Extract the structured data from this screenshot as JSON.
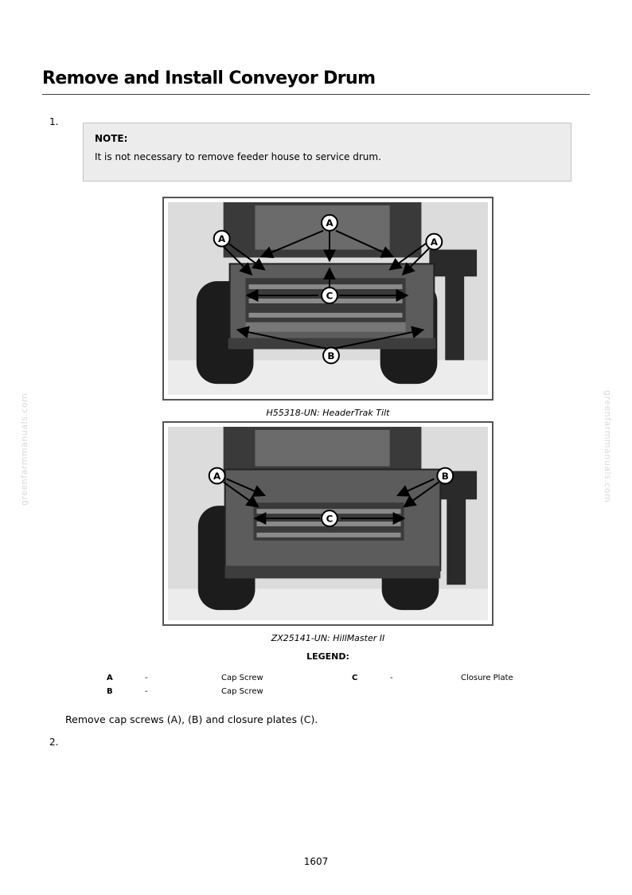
{
  "title": "Remove and Install Conveyor Drum",
  "steps": [
    {
      "number": "1."
    },
    {
      "number": "2."
    }
  ],
  "note": {
    "title": "NOTE:",
    "body": "It is not necessary to remove feeder house to service drum."
  },
  "figures": [
    {
      "caption": "H55318-UN: HeaderTrak Tilt",
      "callouts": [
        "A",
        "A",
        "A",
        "B",
        "C"
      ]
    },
    {
      "caption": "ZX25141-UN: HillMaster II",
      "callouts": [
        "A",
        "B",
        "C"
      ]
    }
  ],
  "legend": {
    "title": "LEGEND:",
    "separator": "-",
    "items": [
      {
        "key": "A",
        "label": "Cap Screw"
      },
      {
        "key": "B",
        "label": "Cap Screw"
      },
      {
        "key": "C",
        "label": "Closure Plate"
      }
    ]
  },
  "instruction": "Remove cap screws (A), (B) and closure plates (C).",
  "page_number": "1607",
  "watermark": "greenfarmmanuals.com"
}
